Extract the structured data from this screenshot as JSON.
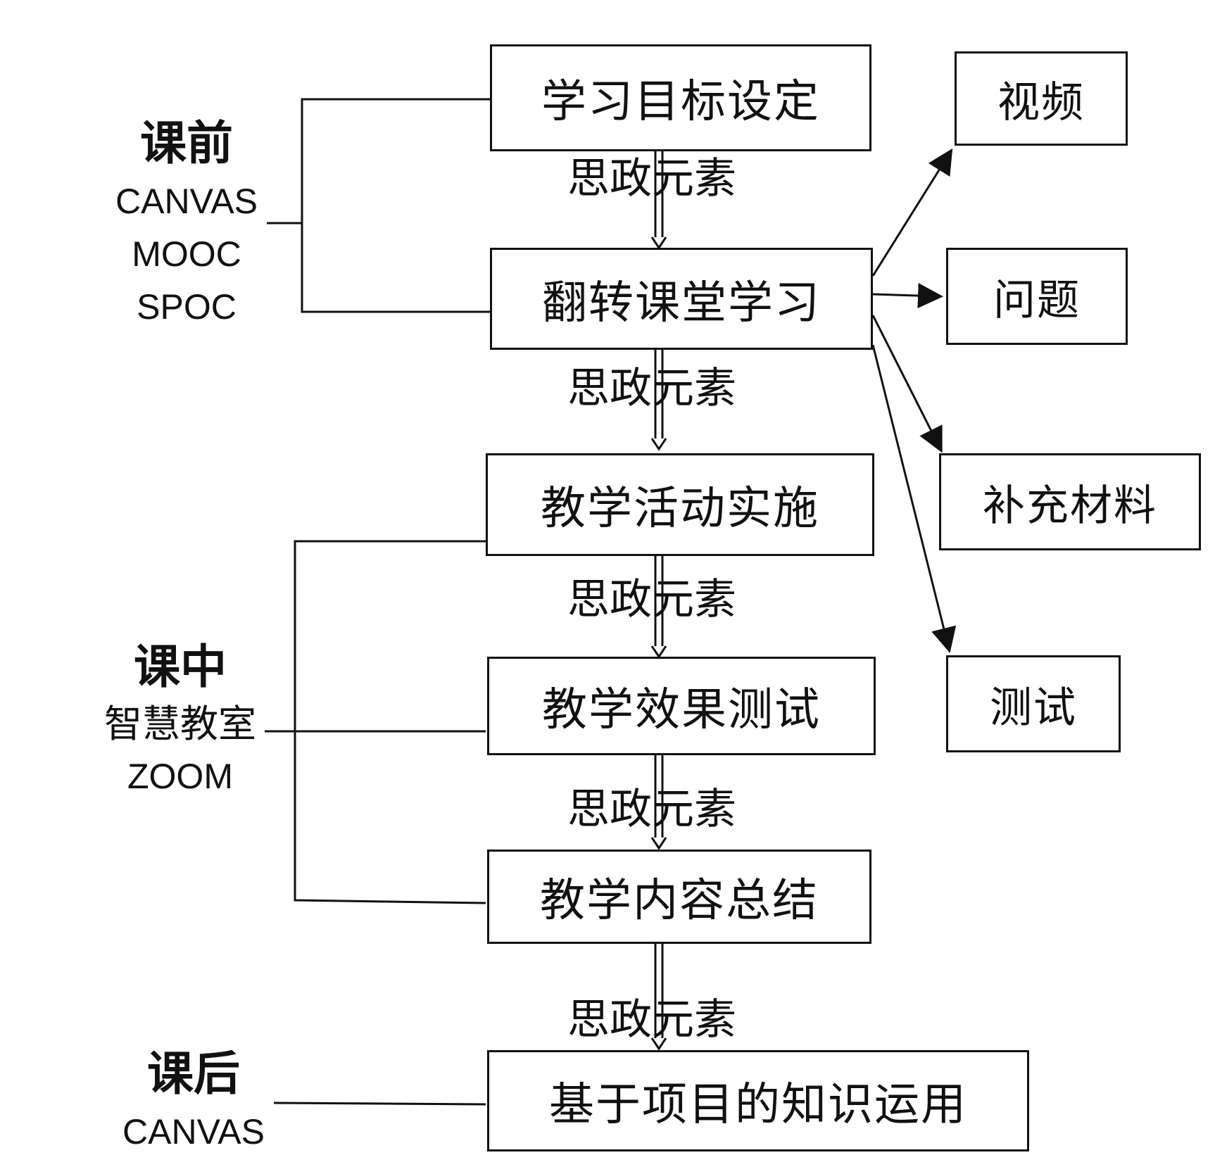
{
  "steps": [
    "学习目标设定",
    "翻转课堂学习",
    "教学活动实施",
    "教学效果测试",
    "教学内容总结",
    "基于项目的知识运用"
  ],
  "connector_label": "思政元素",
  "side_outputs": [
    "视频",
    "问题",
    "补充材料",
    "测试"
  ],
  "phases": {
    "pre": {
      "title": "课前",
      "tools": [
        "CANVAS",
        "MOOC",
        "SPOC"
      ]
    },
    "in": {
      "title": "课中",
      "tools": [
        "智慧教室",
        "ZOOM"
      ]
    },
    "post": {
      "title": "课后",
      "tools": [
        "CANVAS"
      ]
    }
  }
}
